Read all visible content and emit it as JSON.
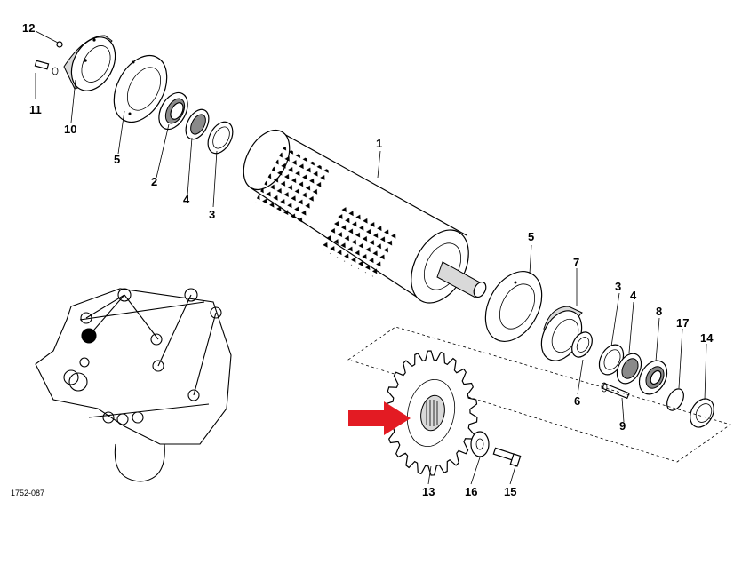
{
  "figure_code": "1752-087",
  "callouts": {
    "c1": "1",
    "c2": "2",
    "c3a": "3",
    "c3b": "3",
    "c4a": "4",
    "c4b": "4",
    "c5a": "5",
    "c5b": "5",
    "c6": "6",
    "c7": "7",
    "c8": "8",
    "c9": "9",
    "c10": "10",
    "c11": "11",
    "c12": "12",
    "c13": "13",
    "c14": "14",
    "c15": "15",
    "c16": "16",
    "c17": "17"
  },
  "colors": {
    "arrow": "#e31b23",
    "line": "#000000"
  }
}
